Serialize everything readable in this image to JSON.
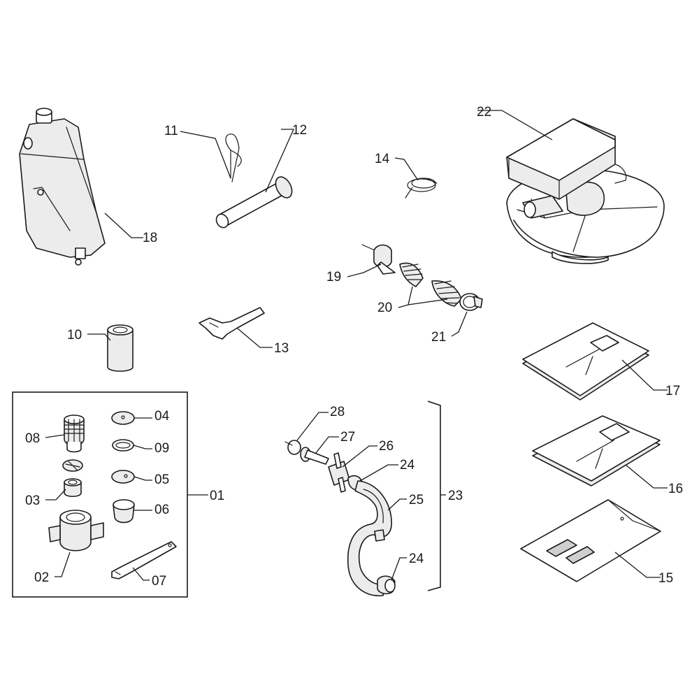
{
  "labels": {
    "p01": "01",
    "p02": "02",
    "p03": "03",
    "p04": "04",
    "p05": "05",
    "p06": "06",
    "p07": "07",
    "p08": "08",
    "p09": "09",
    "p10": "10",
    "p11": "11",
    "p12": "12",
    "p13": "13",
    "p14": "14",
    "p15": "15",
    "p16": "16",
    "p17": "17",
    "p18": "18",
    "p19": "19",
    "p20": "20",
    "p21": "21",
    "p22": "22",
    "p23": "23",
    "p24a": "24",
    "p24b": "24",
    "p25": "25",
    "p26": "26",
    "p27": "27",
    "p28": "28"
  },
  "colors": {
    "line": "#1a1a1a",
    "fill": "#ececec",
    "background": "#ffffff"
  }
}
